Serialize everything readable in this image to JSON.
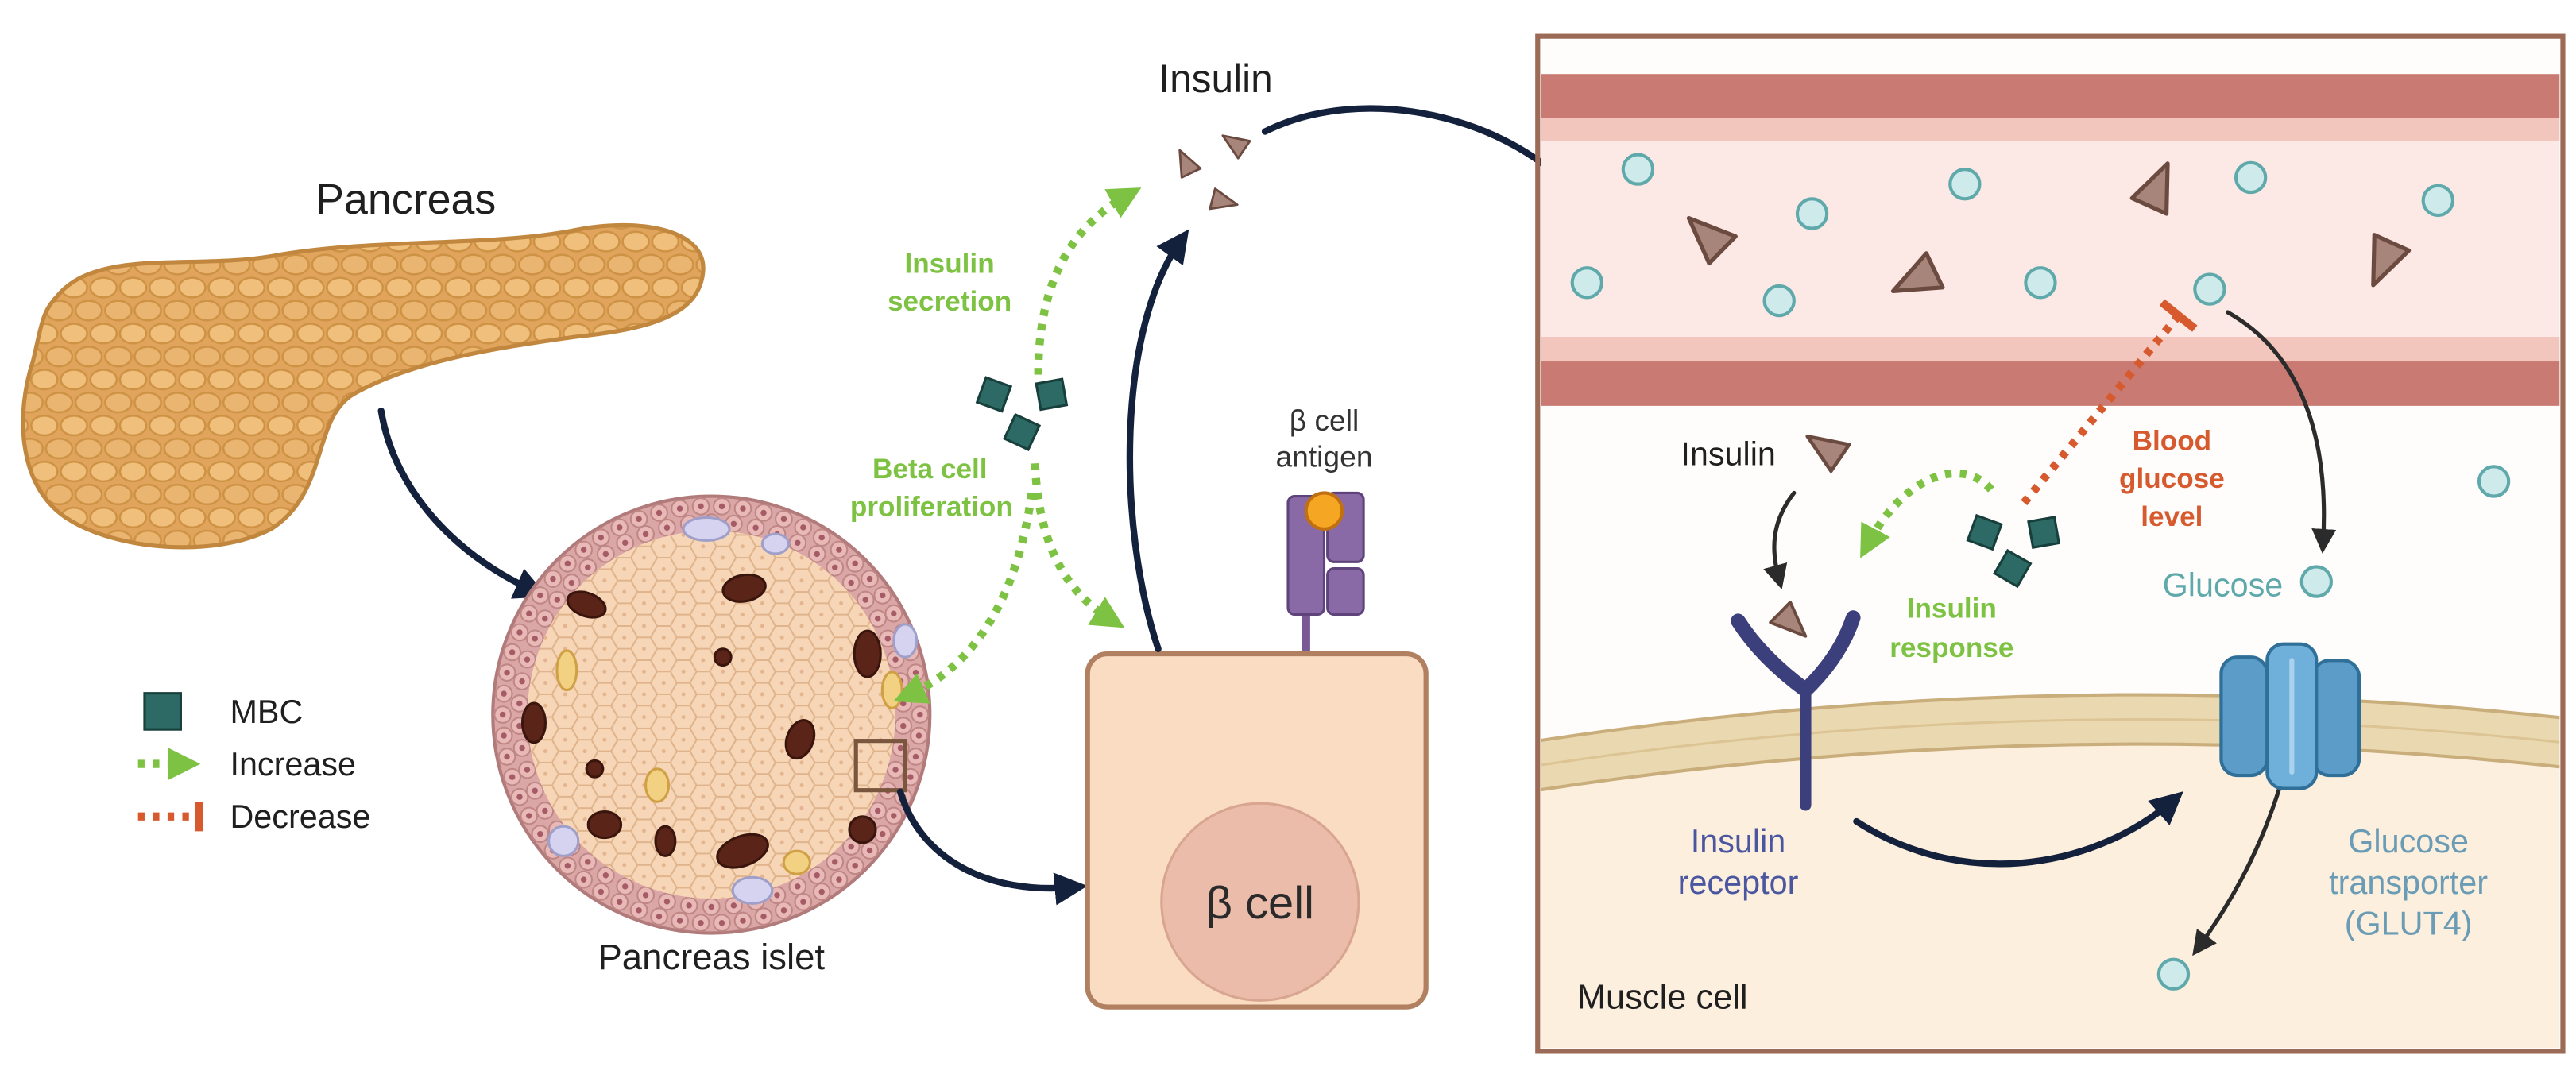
{
  "pancreas": {
    "title": "Pancreas"
  },
  "islet": {
    "label": "Pancreas islet"
  },
  "legend": {
    "mbc": {
      "label": "MBC",
      "icon": "mbc-square-icon"
    },
    "increase": {
      "label": "Increase",
      "icon": "green-dotted-arrow-icon"
    },
    "decrease": {
      "label": "Decrease",
      "icon": "red-dotted-inhibit-icon"
    }
  },
  "insulin_release": {
    "label": "Insulin"
  },
  "secretion": {
    "lines": [
      "Insulin",
      "secretion"
    ]
  },
  "proliferation": {
    "lines": [
      "Beta cell",
      "proliferation"
    ]
  },
  "beta_cell": {
    "label": "β cell",
    "antigen": {
      "lines": [
        "β cell",
        "antigen"
      ]
    }
  },
  "muscle_cell": {
    "label": "Muscle cell",
    "insulin": "Insulin",
    "blood_glucose": {
      "lines": [
        "Blood",
        "glucose",
        "level"
      ]
    },
    "insulin_response": {
      "lines": [
        "Insulin",
        "response"
      ]
    },
    "glucose": "Glucose",
    "receptor": {
      "lines": [
        "Insulin",
        "receptor"
      ]
    },
    "transporter": {
      "lines": [
        "Glucose",
        "transporter",
        "(GLUT4)"
      ]
    }
  },
  "colors": {
    "increase": "#7dc242",
    "decrease": "#d65a2e",
    "mbc": "#2e6a65",
    "arrow": "#14213d",
    "receptor": "#3b3f7c",
    "receptor-text": "#4b56a0",
    "transporter": "#5b9cc9",
    "transporter-text": "#6b9cb6",
    "glucose": "#5fa9ab",
    "insulin": "#a8857a",
    "vessel": "#c97a73"
  }
}
